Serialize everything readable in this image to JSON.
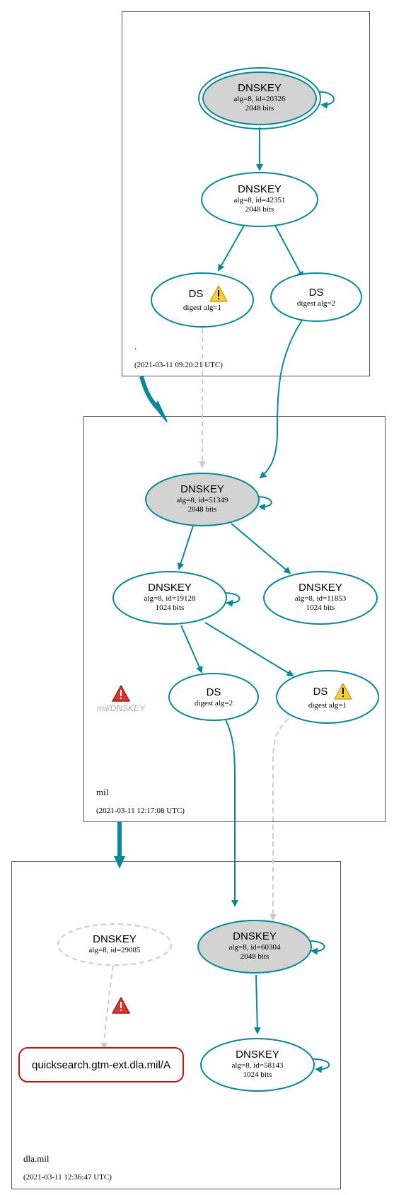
{
  "zones": [
    {
      "id": "root",
      "name": ".",
      "timestamp": "(2021-03-11 09:20:21 UTC)"
    },
    {
      "id": "mil",
      "name": "mil",
      "timestamp": "(2021-03-11 12:17:08 UTC)"
    },
    {
      "id": "dla",
      "name": "dla.mil",
      "timestamp": "(2021-03-11 12:36:47 UTC)"
    }
  ],
  "nodes": {
    "root_ksk": {
      "title": "DNSKEY",
      "line1": "alg=8, id=20326",
      "line2": "2048 bits"
    },
    "root_zsk": {
      "title": "DNSKEY",
      "line1": "alg=8, id=42351",
      "line2": "2048 bits"
    },
    "root_ds1": {
      "title": "DS",
      "line1": "digest alg=1"
    },
    "root_ds2": {
      "title": "DS",
      "line1": "digest alg=2"
    },
    "mil_ksk": {
      "title": "DNSKEY",
      "line1": "alg=8, id=51349",
      "line2": "2048 bits"
    },
    "mil_zsk1": {
      "title": "DNSKEY",
      "line1": "alg=8, id=19128",
      "line2": "1024 bits"
    },
    "mil_zsk2": {
      "title": "DNSKEY",
      "line1": "alg=8, id=11853",
      "line2": "1024 bits"
    },
    "mil_ds2": {
      "title": "DS",
      "line1": "digest alg=2"
    },
    "mil_ds1": {
      "title": "DS",
      "line1": "digest alg=1"
    },
    "dla_missing": {
      "title": "DNSKEY",
      "line1": "alg=8, id=29085"
    },
    "dla_ksk": {
      "title": "DNSKEY",
      "line1": "alg=8, id=60304",
      "line2": "2048 bits"
    },
    "dla_zsk": {
      "title": "DNSKEY",
      "line1": "alg=8, id=58143",
      "line2": "1024 bits"
    }
  },
  "mil_warning_label": "mil/DNSKEY",
  "rrset_label": "quicksearch.gtm-ext.dla.mil/A",
  "colors": {
    "secure": "#0a879a",
    "insecure_dashed": "#cccccc",
    "ksk_fill": "#d3d3d3",
    "error_border": "#be1515",
    "warning_fill": "#f5d03a",
    "error_fill": "#d63a2f"
  }
}
